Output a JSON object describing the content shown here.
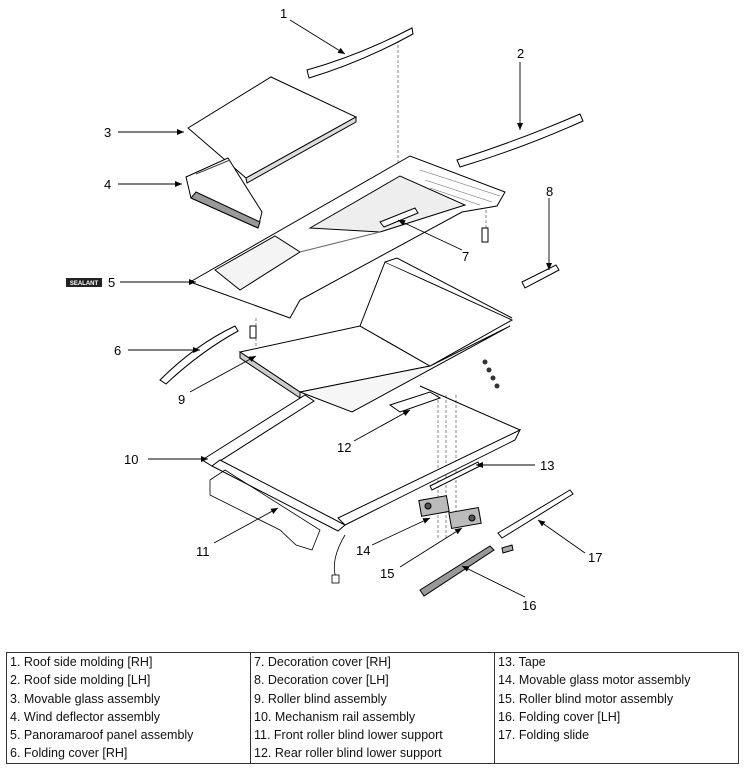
{
  "diagram": {
    "callout_numbers": [
      "1",
      "2",
      "3",
      "4",
      "5",
      "6",
      "7",
      "8",
      "9",
      "10",
      "11",
      "12",
      "13",
      "14",
      "15",
      "16",
      "17"
    ],
    "sealant_label": "SEALANT"
  },
  "legend": {
    "columns": [
      [
        "1. Roof side molding [RH]",
        "2. Roof side molding [LH]",
        "3. Movable glass assembly",
        "4. Wind deflector assembly",
        "5. Panoramaroof panel assembly",
        "6. Folding cover [RH]"
      ],
      [
        "7. Decoration cover [RH]",
        "8. Decoration cover [LH]",
        "9. Roller blind assembly",
        "10. Mechanism rail assembly",
        "11. Front roller blind lower support",
        "12. Rear roller blind lower support"
      ],
      [
        "13. Tape",
        "14. Movable glass motor assembly",
        "15. Roller blind motor assembly",
        "16. Folding cover [LH]",
        "17. Folding slide"
      ]
    ]
  }
}
